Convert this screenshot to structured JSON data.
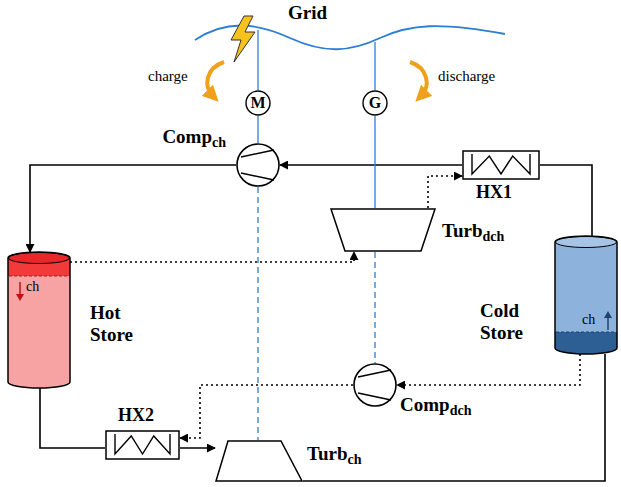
{
  "diagram": {
    "nodes": [
      {
        "text": [
          "M"
        ]
      },
      {
        "text": [
          "G"
        ]
      },
      {
        "text": [
          "Comp",
          "ch"
        ]
      },
      {
        "text": [
          "HX1"
        ]
      },
      {
        "text": [
          "Turb",
          "dch"
        ]
      },
      {
        "text": [
          "Hot Store",
          "ch"
        ]
      },
      {
        "text": [
          "Cold Store",
          "ch"
        ]
      },
      {
        "text": [
          "Comp",
          "dch"
        ]
      },
      {
        "text": [
          "HX2"
        ]
      },
      {
        "text": [
          "Turb",
          "ch"
        ]
      }
    ],
    "edges": [
      {
        "from": 3,
        "to": 2,
        "arrow": "to"
      },
      {
        "from": 2,
        "to": 5,
        "arrow": "to"
      },
      {
        "from": 5,
        "to": 8,
        "arrow": "none"
      },
      {
        "from": 8,
        "to": 9,
        "arrow": "to"
      },
      {
        "from": 9,
        "to": 6,
        "arrow": "none"
      },
      {
        "from": 6,
        "to": 3,
        "arrow": "none"
      },
      {
        "from": 5,
        "to": 4,
        "arrow": "to"
      },
      {
        "from": 4,
        "to": 3,
        "arrow": "to"
      },
      {
        "from": 6,
        "to": 7,
        "arrow": "to"
      },
      {
        "from": 7,
        "to": 8,
        "arrow": "to"
      },
      {
        "from": 0,
        "to": 2,
        "arrow": "none"
      },
      {
        "from": 2,
        "to": 9,
        "arrow": "none"
      },
      {
        "from": 1,
        "to": 4,
        "arrow": "none"
      },
      {
        "from": 4,
        "to": 7,
        "arrow": "none"
      }
    ],
    "labels": [
      "Grid",
      "charge",
      "discharge"
    ]
  }
}
